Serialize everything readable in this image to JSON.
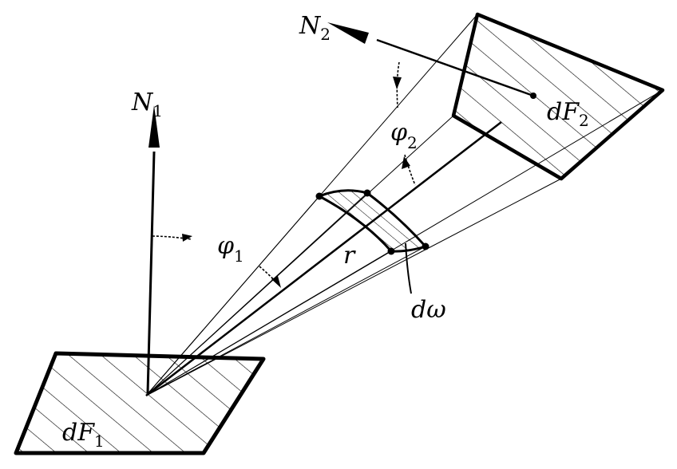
{
  "labels": {
    "n1": {
      "main": "N",
      "sub": "1"
    },
    "n2": {
      "main": "N",
      "sub": "2"
    },
    "df1": {
      "main": "dF",
      "sub": "1"
    },
    "df2": {
      "main": "dF",
      "sub": "2"
    },
    "phi1": {
      "main": "φ",
      "sub": "1"
    },
    "phi2": {
      "main": "φ",
      "sub": "2"
    },
    "r": "r",
    "domega": "dω"
  },
  "colors": {
    "ink": "#000000",
    "paper": "#ffffff"
  }
}
